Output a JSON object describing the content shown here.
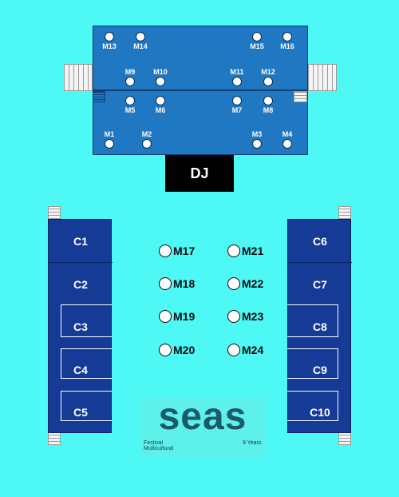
{
  "stage": {
    "mid_tables_top": [
      {
        "id": "m13",
        "label": "M13"
      },
      {
        "id": "m14",
        "label": "M14"
      },
      {
        "id": "m15",
        "label": "M15"
      },
      {
        "id": "m16",
        "label": "M16"
      }
    ],
    "mid_tables_row2": [
      {
        "id": "m9",
        "label": "M9"
      },
      {
        "id": "m10",
        "label": "M10"
      },
      {
        "id": "m11",
        "label": "M11"
      },
      {
        "id": "m12",
        "label": "M12"
      }
    ],
    "mid_tables_row3": [
      {
        "id": "m5",
        "label": "M5"
      },
      {
        "id": "m6",
        "label": "M6"
      },
      {
        "id": "m7",
        "label": "M7"
      },
      {
        "id": "m8",
        "label": "M8"
      }
    ],
    "mid_tables_row4": [
      {
        "id": "m1",
        "label": "M1"
      },
      {
        "id": "m2",
        "label": "M2"
      },
      {
        "id": "m3",
        "label": "M3"
      },
      {
        "id": "m4",
        "label": "M4"
      }
    ]
  },
  "dj": {
    "label": "DJ"
  },
  "booths_left": [
    "C1",
    "C2",
    "C3",
    "C4",
    "C5"
  ],
  "booths_right": [
    "C6",
    "C7",
    "C8",
    "C9",
    "C10"
  ],
  "floor_tables": {
    "left": [
      "M17",
      "M18",
      "M19",
      "M20"
    ],
    "right": [
      "M21",
      "M22",
      "M23",
      "M24"
    ]
  },
  "logo": {
    "word": "seas",
    "line1": "Festival",
    "line2": "Multicultural",
    "years": "9 Years",
    "colors": {
      "main": "#1b5a6a"
    }
  },
  "colors": {
    "background": "#4ef8f4",
    "stage": "#1f78c1",
    "booth": "#153b96"
  }
}
